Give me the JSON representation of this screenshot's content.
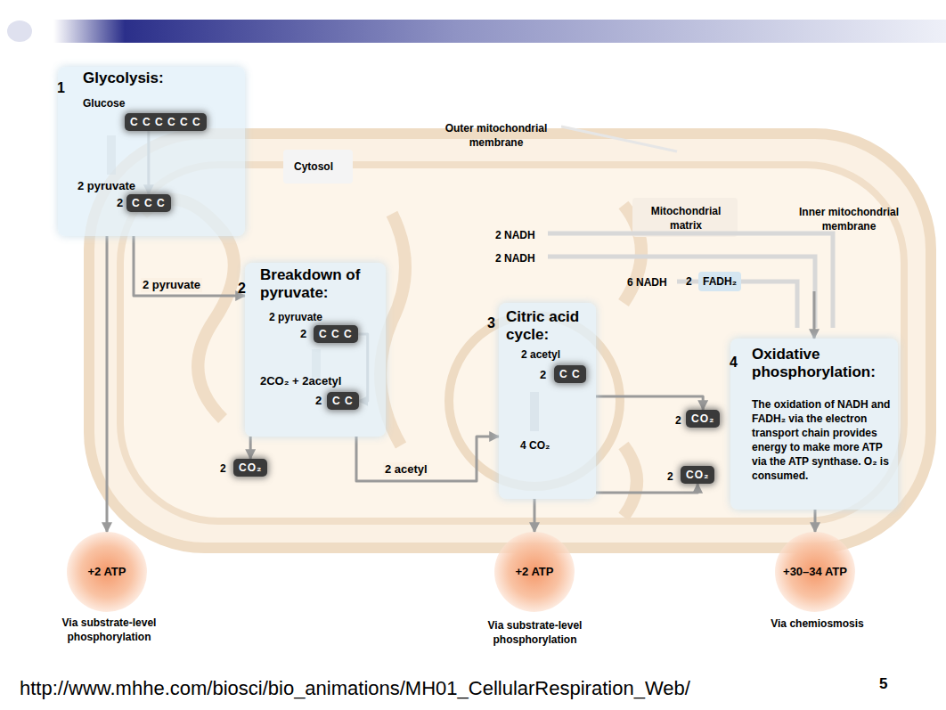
{
  "diagram": {
    "nodes": [
      {
        "text": [
          "Glycolysis:",
          "Glucose",
          "2 pyruvate",
          "2"
        ]
      },
      {
        "text": [
          "C C C C C C"
        ],
        "in": 0
      },
      {
        "text": [
          "C C C"
        ],
        "in": 0
      },
      {
        "text": [
          "Breakdown of pyruvate:",
          "2 pyruvate",
          "2",
          "2CO₂ + 2acetyl",
          "2"
        ]
      },
      {
        "text": [
          "C C C"
        ],
        "in": 3
      },
      {
        "text": [
          "C C"
        ],
        "in": 3
      },
      {
        "text": [
          "Citric acid cycle:",
          "2 acetyl",
          "2",
          "4 CO₂"
        ]
      },
      {
        "text": [
          "C C"
        ],
        "in": 6
      },
      {
        "text": [
          "Oxidative phosphorylation:",
          "The oxidation of NADH and FADH₂ via the electron transport chain provides energy to make more ATP via the ATP synthase. O₂ is consumed."
        ]
      },
      {
        "text": [
          "CO₂"
        ]
      },
      {
        "text": [
          "CO₂"
        ]
      },
      {
        "text": [
          "CO₂"
        ]
      },
      {
        "text": [
          "+2 ATP"
        ]
      },
      {
        "text": [
          "+2 ATP"
        ]
      },
      {
        "text": [
          "+30–34 ATP"
        ]
      },
      {
        "text": [
          "FADH₂"
        ]
      }
    ],
    "edges": [
      {
        "from": 1,
        "to": 2,
        "arrow": "to"
      },
      {
        "from": 4,
        "to": 5,
        "arrow": "to"
      },
      {
        "from": 0,
        "to": 12,
        "arrow": "to"
      },
      {
        "from": 0,
        "to": 3,
        "arrow": "to",
        "label": "2 pyruvate"
      },
      {
        "from": 3,
        "to": 6,
        "arrow": "to",
        "label": "2 acetyl"
      },
      {
        "from": 3,
        "to": 9,
        "arrow": "to"
      },
      {
        "from": 6,
        "to": 13,
        "arrow": "to"
      },
      {
        "from": 6,
        "to": 10,
        "arrow": "to"
      },
      {
        "from": 6,
        "to": 11,
        "arrow": "to"
      },
      {
        "from": 15,
        "to": 8,
        "arrow": "to"
      },
      {
        "from": 8,
        "to": 14,
        "arrow": "to"
      }
    ],
    "labels": [
      "1",
      "2",
      "3",
      "4",
      "Outer mitochondrial membrane",
      "Cytosol",
      "Mitochondrial matrix",
      "Inner mitochondrial membrane",
      "2 NADH",
      "2 NADH",
      "6 NADH",
      "2",
      "2",
      "2",
      "2",
      "Via substrate-level phosphorylation",
      "Via substrate-level phosphorylation",
      "Via chemiosmosis",
      "http://www.mhhe.com/biosci/bio_animations/MH01_CellularRespiration_Web/",
      "5"
    ]
  }
}
